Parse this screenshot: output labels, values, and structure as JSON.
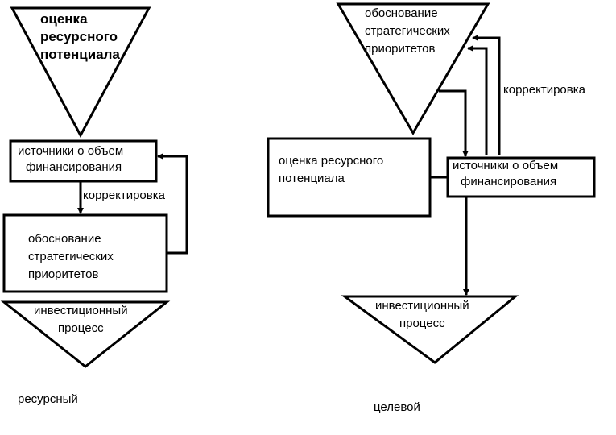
{
  "colors": {
    "stroke": "#000000",
    "background": "#ffffff"
  },
  "left": {
    "triangle_top": [
      "оценка",
      "ресурсного",
      "потенциала"
    ],
    "box_sources": [
      "источники о объем",
      "финансирования"
    ],
    "arrow_label": "корректировка",
    "box_priorities": [
      "обоснование",
      "стратегических",
      "приоритетов"
    ],
    "triangle_bottom": [
      "инвестиционный",
      "процесс"
    ],
    "caption": "ресурсный"
  },
  "right": {
    "triangle_top": [
      "обоснование",
      "стратегических",
      "приоритетов"
    ],
    "arrow_label": "корректировка",
    "box_assessment": [
      "оценка ресурсного",
      "потенциала"
    ],
    "box_sources": [
      "источники о объем",
      "финансирования"
    ],
    "triangle_bottom": [
      "инвестиционный",
      "процесс"
    ],
    "caption": "целевой"
  }
}
